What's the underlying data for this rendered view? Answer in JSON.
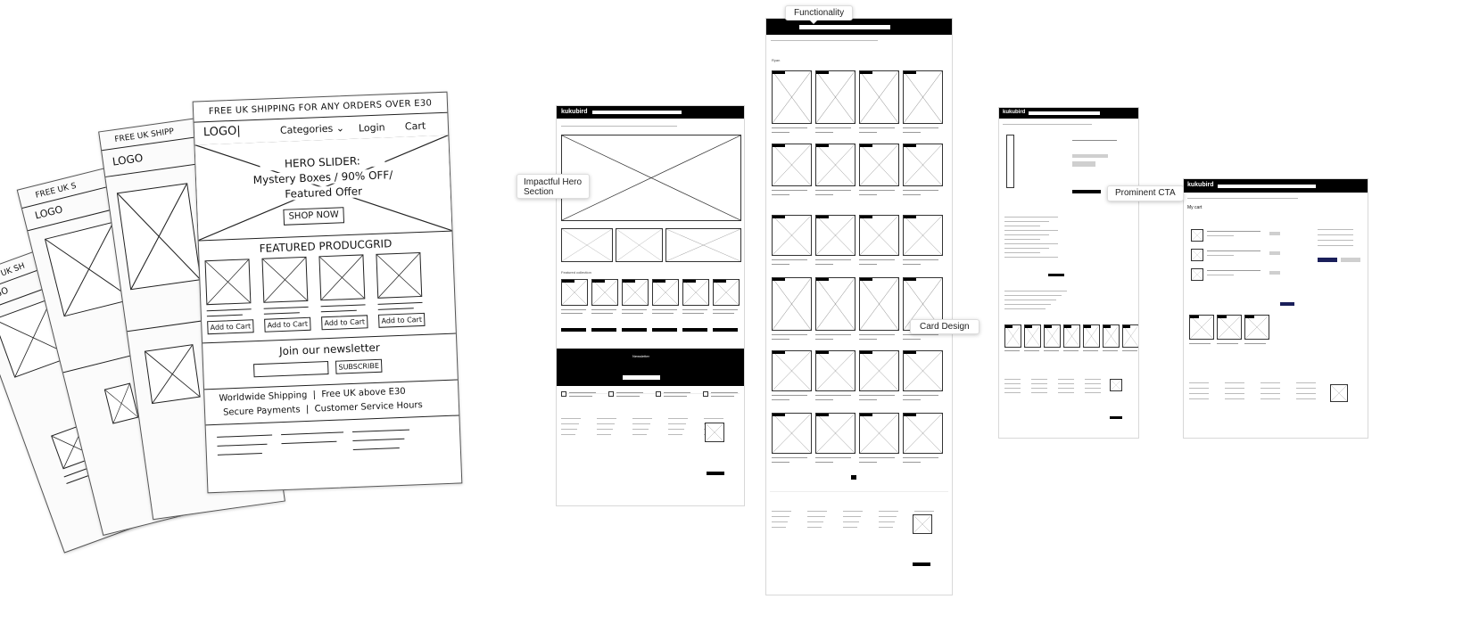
{
  "sketch": {
    "main": {
      "shipping": "FREE UK SHIPPING FOR ANY ORDERS OVER E30",
      "logo": "LOGO|",
      "categories": "Categories",
      "login": "Login",
      "cart": "Cart",
      "hero_title": "HERO SLIDER:",
      "hero_line1": "Mystery Boxes / 90% OFF/",
      "hero_line2": "Featured Offer",
      "shop_now": "SHOP NOW",
      "featured": "FEATURED PRODUCGRID",
      "add_to_cart": "Add to Cart",
      "newsletter": "Join our newsletter",
      "subscribe": "SUBSCRIBE",
      "footer_line1a": "Worldwide Shipping",
      "footer_line1b": "Free UK above E30",
      "footer_line2a": "Secure Payments",
      "footer_line2b": "Customer Service Hours"
    },
    "sheet3": {
      "shipping": "FREE UK SHIPP",
      "logo": "LOGO"
    },
    "sheet2": {
      "shipping": "FREE UK S",
      "logo": "LOGO"
    },
    "sheet1": {
      "shipping": "FREE UK SH",
      "logo": "LOGO"
    }
  },
  "wireframes": {
    "home": {
      "brand": "kukubird",
      "section": "Featured collection",
      "newsletter_title": "Newsletter"
    },
    "category": {
      "brand": "",
      "title": "Ryan"
    },
    "product": {
      "brand": "kukubird"
    },
    "cart": {
      "brand": "kukubird",
      "title": "My cart"
    }
  },
  "callouts": {
    "hero": "Impactful Hero Section",
    "functionality": "Functionality",
    "card": "Card Design",
    "cta": "Prominent CTA"
  }
}
